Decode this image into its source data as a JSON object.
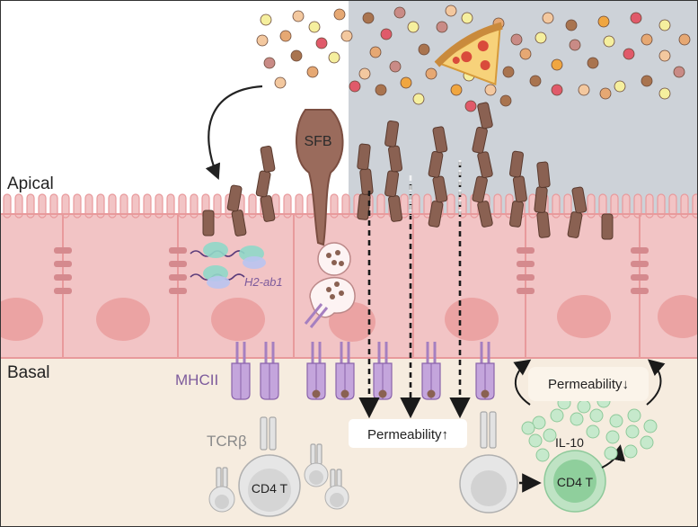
{
  "labels": {
    "apical": "Apical",
    "basal": "Basal",
    "sfb": "SFB",
    "gene": "H2-ab1",
    "mhcii": "MHCII",
    "tcrb": "TCRβ",
    "cd4_left": "CD4 T",
    "cd4_right": "CD4 T",
    "perm_up": "Permeability↑",
    "perm_down": "Permeability↓",
    "il10": "IL-10"
  },
  "colors": {
    "lumen_shaded": "#cdd2d8",
    "epithelium": "#f2c4c5",
    "cell_border": "#e89a9c",
    "nucleus": "#eba3a3",
    "lamina": "#f6ecdf",
    "bacteria": "#8a6152",
    "mhc": "#a57fc0",
    "mhc_text": "#7d5b9c",
    "treg": "#a9d9b3",
    "naive_t": "#e6e6e6"
  },
  "icons": [
    "pizza-icon",
    "food-particle-icon",
    "sfb-bacterium-icon",
    "mhcii-receptor-icon",
    "tcr-icon",
    "il10-particle-icon",
    "mrna-ribosome-icon",
    "vesicle-icon"
  ]
}
